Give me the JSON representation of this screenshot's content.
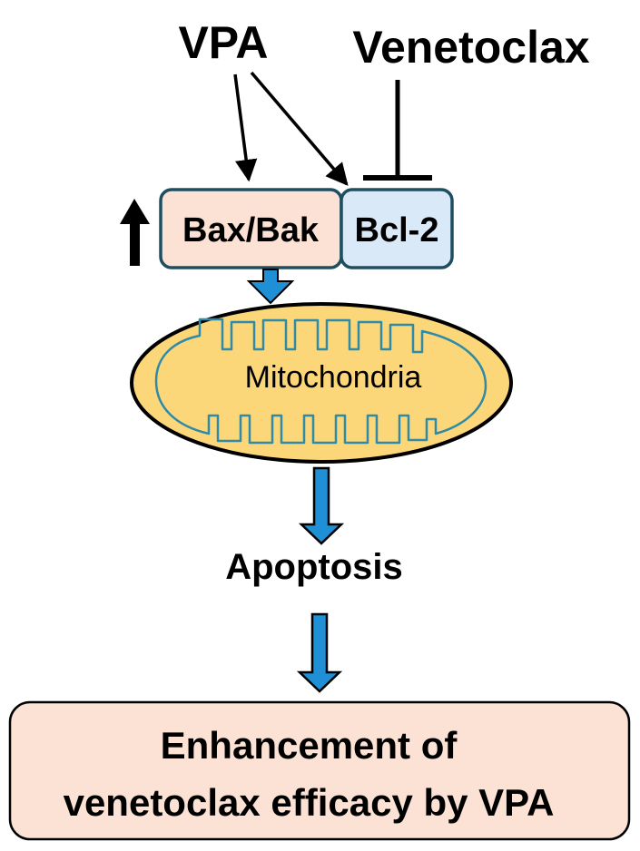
{
  "drug_1": "VPA",
  "drug_2": "Venetoclax",
  "protein_pro_apoptotic": "Bax/Bak",
  "protein_anti_apoptotic": "Bcl-2",
  "organelle": "Mitochondria",
  "process": "Apoptosis",
  "outcome": {
    "line_1": "Enhancement of",
    "line_2": "venetoclax efficacy by VPA"
  },
  "colors": {
    "bax_box_fill": "#fbe2d5",
    "bcl2_box_fill": "#dae9f7",
    "box_border": "#1f4e61",
    "mito_fill": "#fcd77a",
    "mito_membrane": "#2e8aa6",
    "flow_arrow": "#1f8fd6",
    "outcome_fill": "#fbe2d5"
  }
}
